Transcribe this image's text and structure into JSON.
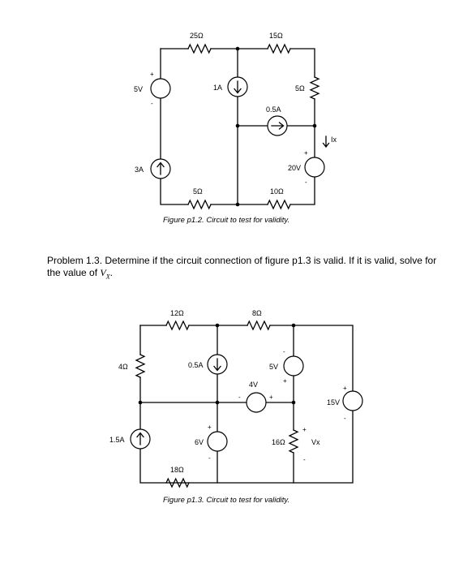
{
  "figure1": {
    "caption": "Figure p1.2. Circuit to test for validity.",
    "labels": {
      "r_top_left": "25Ω",
      "r_top_right": "15Ω",
      "vs_left": "5V",
      "cs_mid": "1A",
      "r_right": "5Ω",
      "cs_horizontal": "0.5A",
      "ix_label": "Ix",
      "cs_left": "3A",
      "vs_right": "20V",
      "r_bottom_left": "5Ω",
      "r_bottom_right": "10Ω"
    }
  },
  "problem": {
    "text": "Problem 1.3. Determine if the circuit connection of figure p1.3 is valid.  If it is valid, solve for the value of ",
    "var_main": "V",
    "var_sub": "X",
    "tail": "."
  },
  "figure2": {
    "caption": "Figure p1.3. Circuit to test for validity.",
    "labels": {
      "r_top_left": "12Ω",
      "r_top_right": "8Ω",
      "r_left": "4Ω",
      "cs_mid": "0.5A",
      "vs_right_top": "5V",
      "vs_horizontal": "4V",
      "vs_far_right": "15V",
      "cs_left": "1.5A",
      "vs_mid_bottom": "6V",
      "r_right_bottom": "16Ω",
      "vx_label": "Vx",
      "r_bottom": "18Ω"
    }
  }
}
